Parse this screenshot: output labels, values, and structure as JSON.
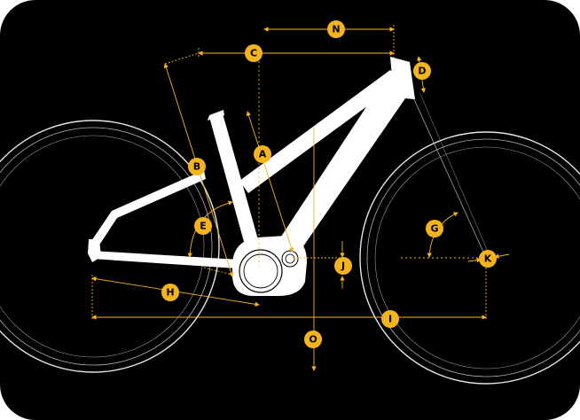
{
  "colors": {
    "background": "#000000",
    "frame": "#ffffff",
    "wheel": "#ffffff",
    "dimension": "#f5b41e",
    "badge_fill": "#f5b41e",
    "badge_text": "#000000"
  },
  "labels": {
    "A": "A",
    "B": "B",
    "C": "C",
    "D": "D",
    "E": "E",
    "G": "G",
    "H": "H",
    "I": "I",
    "J": "J",
    "K": "K",
    "N": "N",
    "O": "O"
  }
}
